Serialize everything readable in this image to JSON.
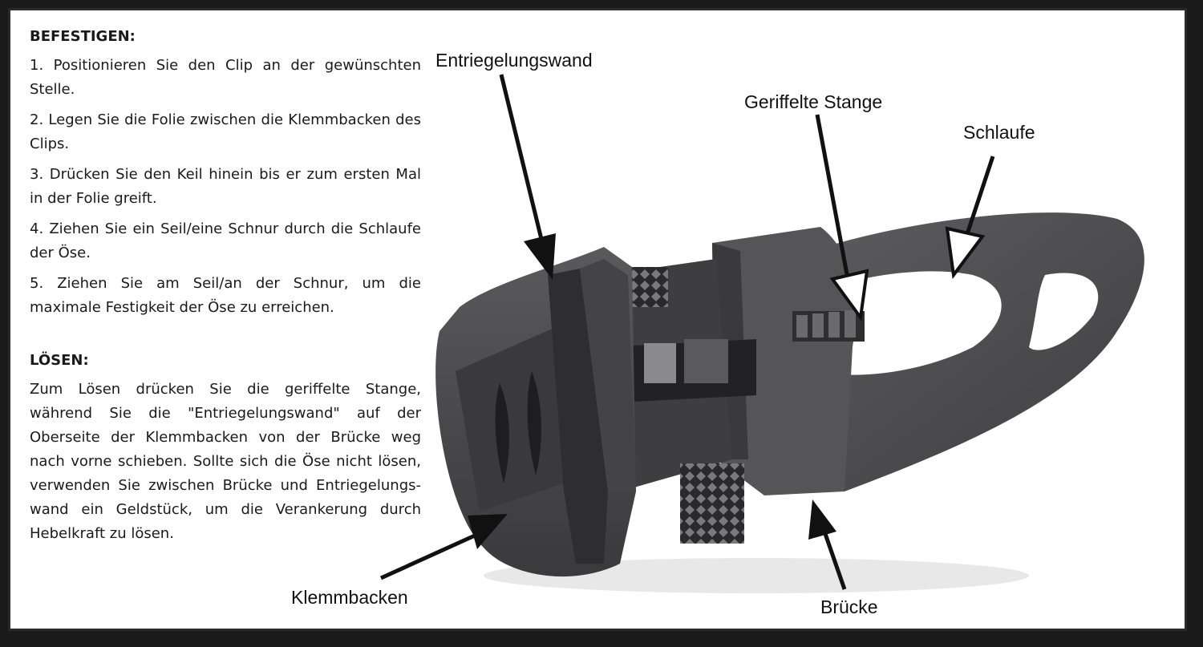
{
  "attach": {
    "title": "BEFESTIGEN:",
    "steps": [
      "1. Positionieren Sie den Clip an der gewünschten Stelle.",
      "2. Legen Sie die Folie zwischen die Klemmbacken des Clips.",
      "3. Drücken Sie den Keil hinein bis er zum ersten Mal in der Folie greift.",
      "4. Ziehen Sie ein Seil/eine Schnur durch die Schlaufe der Öse.",
      "5. Ziehen Sie am Seil/an der Schnur, um die maximale Festigkeit der Öse zu erreichen."
    ]
  },
  "release": {
    "title": "LÖSEN:",
    "text": "Zum Lösen drücken Sie die geriffelte Stange, während Sie die \"Entriegelungswand\" auf der Oberseite der Klemmbacken von der Brücke weg nach vorne schieben. Sollte sich die Öse nicht lösen, verwenden Sie zwischen Brücke und Entriegelungs-wand ein Geldstück, um die Verankerung durch Hebelkraft zu lösen."
  },
  "labels": {
    "entriegelungswand": "Entriegelungswand",
    "geriffelte_stange": "Geriffelte Stange",
    "schlaufe": "Schlaufe",
    "klemmbacken": "Klemmbacken",
    "bruecke": "Brücke"
  },
  "colors": {
    "clip_body": "#4a4a4c",
    "clip_dark": "#2e2e30",
    "clip_light": "#6a6a6c",
    "arrow": "#111111",
    "frame": "#2a2a2a"
  }
}
